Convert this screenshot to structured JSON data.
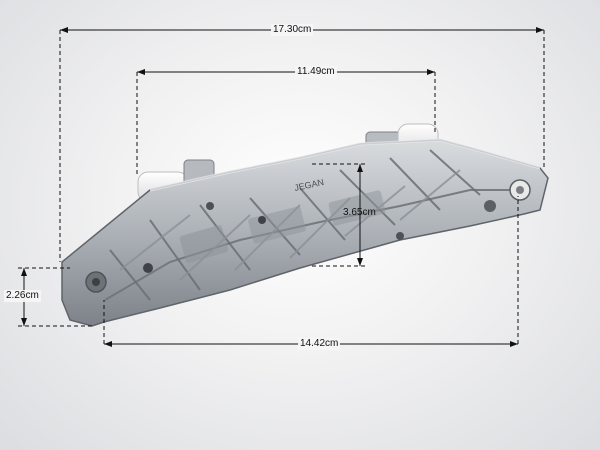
{
  "image": {
    "subject": "Appliance door hinge part",
    "colors": {
      "background": "#eeeef0",
      "metal_light": "#c9cccf",
      "metal_dark": "#7f848a",
      "plastic_white": "#f4f4f4",
      "dimension_line": "#111111"
    }
  },
  "dimensions": {
    "overall_length": "17.30cm",
    "upper_span": "11.49cm",
    "height_right": "3.65cm",
    "height_left": "2.26cm",
    "lower_span": "14.42cm"
  },
  "markings": {
    "brand_text": "JEGAN"
  }
}
